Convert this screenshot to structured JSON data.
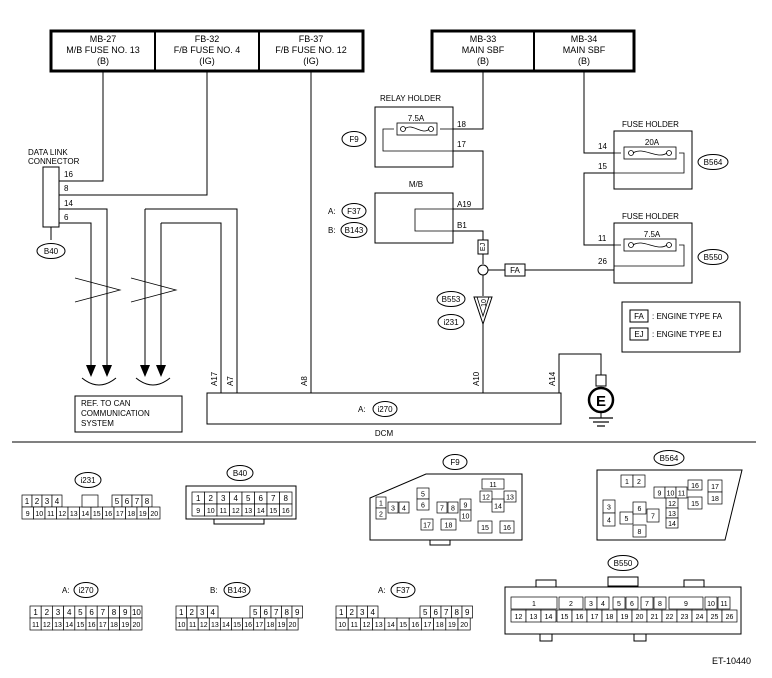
{
  "figure_id": "ET-10440",
  "fuses_left": [
    {
      "id": "MB-27",
      "name": "M/B FUSE NO. 13",
      "code": "(B)"
    },
    {
      "id": "FB-32",
      "name": "F/B FUSE NO. 4",
      "code": "(IG)"
    },
    {
      "id": "FB-37",
      "name": "F/B FUSE NO. 12",
      "code": "(IG)"
    }
  ],
  "fuses_right": [
    {
      "id": "MB-33",
      "name": "MAIN SBF",
      "code": "(B)"
    },
    {
      "id": "MB-34",
      "name": "MAIN SBF",
      "code": "(B)"
    }
  ],
  "relay_holder": {
    "title": "RELAY HOLDER",
    "fuse": "7.5A",
    "connector": "F9",
    "pins": [
      "18",
      "17"
    ]
  },
  "fuse_holder_1": {
    "title": "FUSE HOLDER",
    "fuse": "20A",
    "connector": "B564",
    "pins": [
      "14",
      "15"
    ]
  },
  "fuse_holder_2": {
    "title": "FUSE HOLDER",
    "fuse": "7.5A",
    "connector": "B550",
    "pins": [
      "11",
      "26"
    ]
  },
  "mb": {
    "title": "M/B",
    "conn_a_prefix": "A:",
    "conn_a": "F37",
    "conn_b_prefix": "B:",
    "conn_b": "B143",
    "pins": [
      "A19",
      "B1"
    ]
  },
  "data_link": {
    "title_line1": "DATA LINK",
    "title_line2": "CONNECTOR",
    "connector": "B40",
    "pins": [
      "16",
      "8",
      "14",
      "6"
    ]
  },
  "ref_box": {
    "line1": "REF. TO CAN",
    "line2": "COMMUNICATION",
    "line3": "SYSTEM"
  },
  "joint": {
    "ej": "EJ",
    "fa": "FA",
    "connectors": [
      "B553",
      "i231"
    ],
    "pin": "10"
  },
  "legend": [
    {
      "code": "FA",
      "text": ": ENGINE TYPE FA"
    },
    {
      "code": "EJ",
      "text": ": ENGINE TYPE EJ"
    }
  ],
  "dcm": {
    "label": "DCM",
    "conn_prefix": "A:",
    "connector": "i270",
    "pins": [
      "A17",
      "A7",
      "A8",
      "A10",
      "A14"
    ]
  },
  "ground": "E",
  "connectors": {
    "i231": {
      "label": "i231",
      "top": [
        "1",
        "2",
        "3",
        "4",
        "5",
        "6",
        "7",
        "8"
      ],
      "bottom": [
        "9",
        "10",
        "11",
        "12",
        "13",
        "14",
        "15",
        "16",
        "17",
        "18",
        "19",
        "20"
      ]
    },
    "B40": {
      "label": "B40",
      "top": [
        "1",
        "2",
        "3",
        "4",
        "5",
        "6",
        "7",
        "8"
      ],
      "bottom": [
        "9",
        "10",
        "11",
        "12",
        "13",
        "14",
        "15",
        "16"
      ]
    },
    "F9": {
      "label": "F9",
      "pins": [
        "1",
        "2",
        "3",
        "4",
        "5",
        "6",
        "7",
        "8",
        "9",
        "10",
        "11",
        "12",
        "13",
        "14",
        "15",
        "16",
        "17",
        "18"
      ]
    },
    "B564": {
      "label": "B564",
      "pins": [
        "1",
        "2",
        "3",
        "4",
        "5",
        "6",
        "7",
        "8",
        "9",
        "10",
        "11",
        "12",
        "13",
        "14",
        "15",
        "16",
        "17",
        "18"
      ]
    },
    "i270": {
      "prefix": "A:",
      "label": "i270",
      "top": [
        "1",
        "2",
        "3",
        "4",
        "5",
        "6",
        "7",
        "8",
        "9",
        "10"
      ],
      "bottom": [
        "11",
        "12",
        "13",
        "14",
        "15",
        "16",
        "17",
        "18",
        "19",
        "20"
      ]
    },
    "B143": {
      "prefix": "B:",
      "label": "B143",
      "top": [
        "1",
        "2",
        "3",
        "4",
        "5",
        "6",
        "7",
        "8",
        "9"
      ],
      "bottom": [
        "10",
        "11",
        "12",
        "13",
        "14",
        "15",
        "16",
        "17",
        "18",
        "19",
        "20"
      ]
    },
    "F37": {
      "prefix": "A:",
      "label": "F37",
      "top": [
        "1",
        "2",
        "3",
        "4",
        "5",
        "6",
        "7",
        "8",
        "9"
      ],
      "bottom": [
        "10",
        "11",
        "12",
        "13",
        "14",
        "15",
        "16",
        "17",
        "18",
        "19",
        "20"
      ]
    },
    "B550": {
      "label": "B550",
      "top": [
        "1",
        "2",
        "3",
        "4",
        "5",
        "6",
        "7",
        "8",
        "9",
        "10",
        "11"
      ],
      "bottom": [
        "12",
        "13",
        "14",
        "15",
        "16",
        "17",
        "18",
        "19",
        "20",
        "21",
        "22",
        "23",
        "24",
        "25",
        "26"
      ]
    }
  }
}
